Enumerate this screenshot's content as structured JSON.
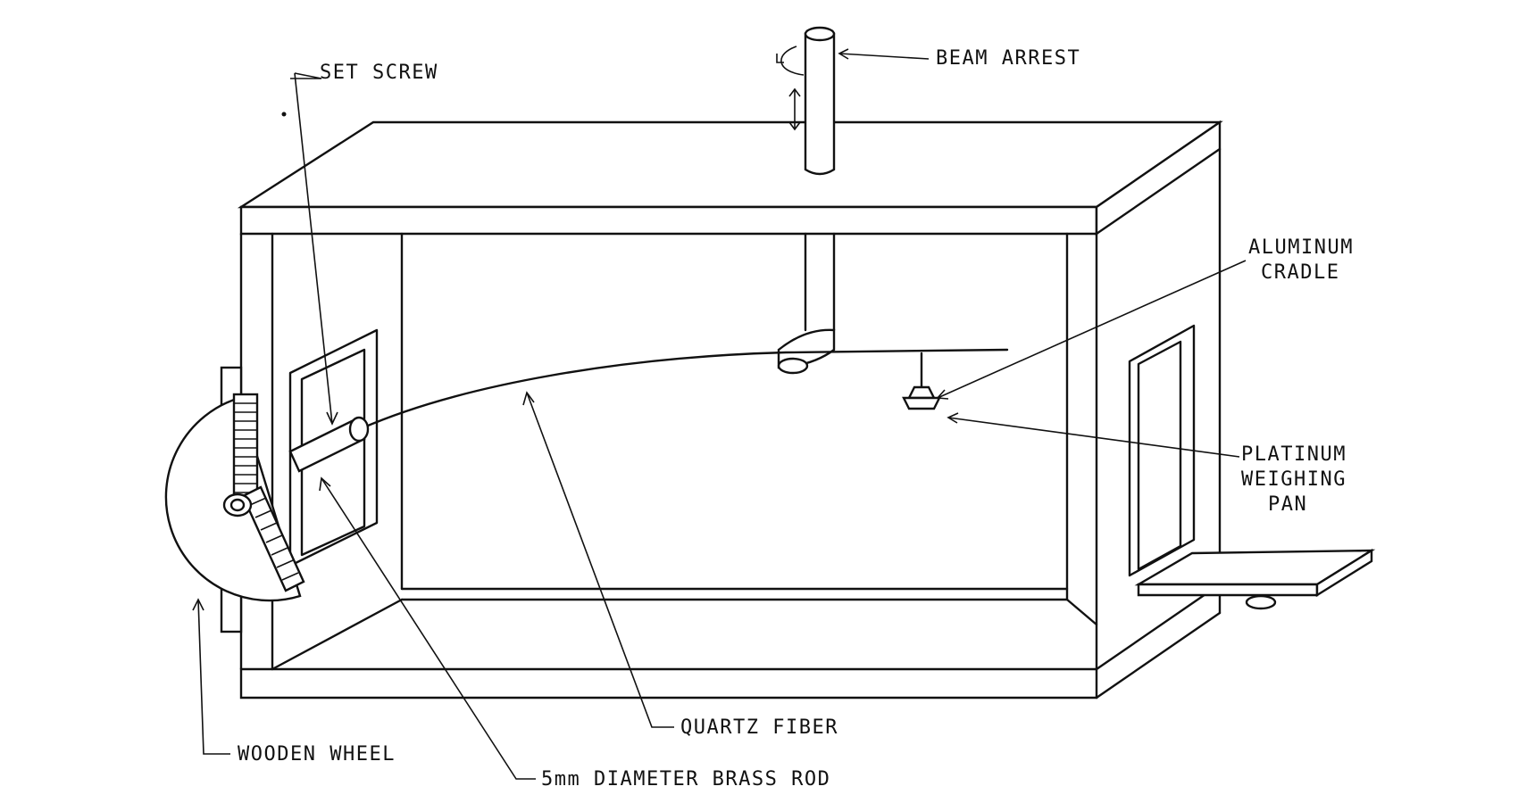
{
  "labels": {
    "beam_arrest": "BEAM ARREST",
    "set_screw": "SET SCREW",
    "aluminum_cradle_line1": "ALUMINUM",
    "aluminum_cradle_line2": "CRADLE",
    "platinum_pan_line1": "PLATINUM",
    "platinum_pan_line2": "WEIGHING",
    "platinum_pan_line3": "PAN",
    "quartz_fiber": "QUARTZ FIBER",
    "wooden_wheel": "WOODEN  WHEEL",
    "brass_rod": "5mm DIAMETER  BRASS ROD"
  },
  "colors": {
    "ink": "#111111",
    "paper": "#ffffff"
  }
}
